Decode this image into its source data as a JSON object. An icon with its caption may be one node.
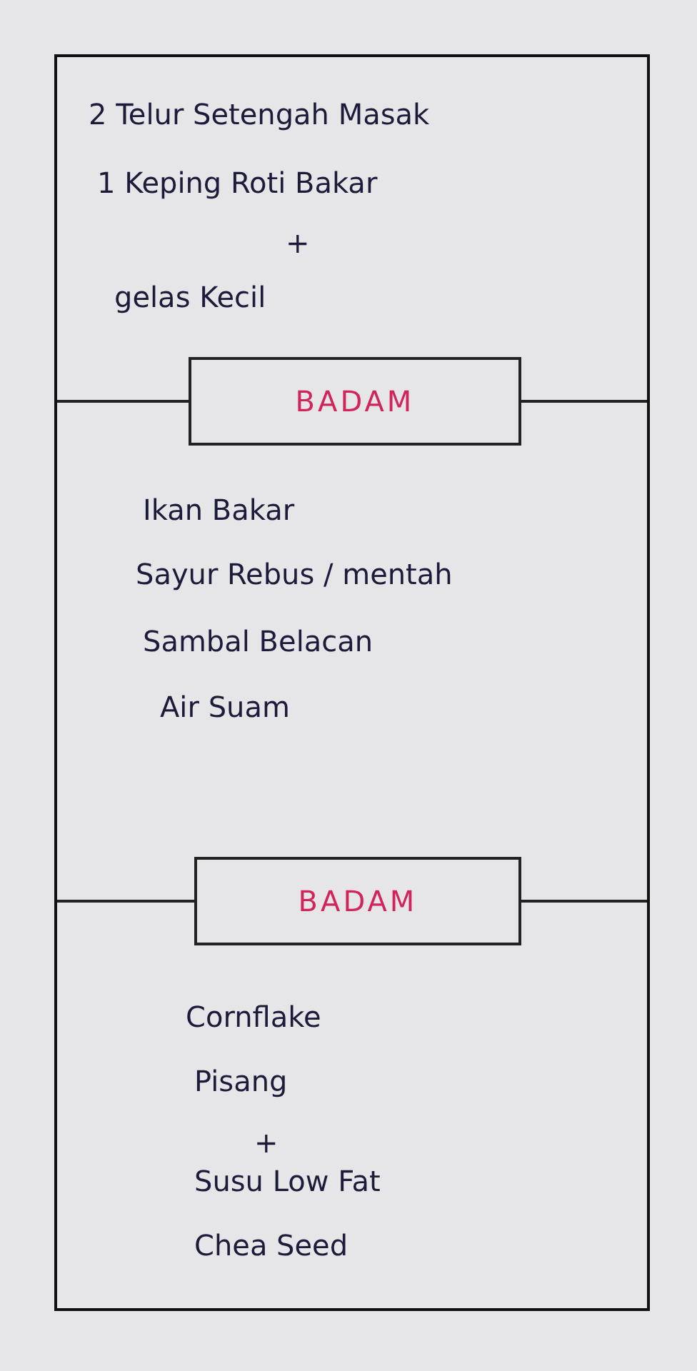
{
  "diagram": {
    "nodes": [
      {
        "text": [],
        "shape": "box"
      },
      {
        "text": [
          "BADAM"
        ],
        "in": 0
      },
      {
        "text": [
          "BADAM"
        ],
        "in": 0
      }
    ],
    "labels": [
      "2 Telur Setengah Masak",
      "1 Keping Roti Bakar",
      "+",
      "gelas Kecil",
      "Ikan Bakar",
      "Sayur Rebus / mentah",
      "Sambal Belacan",
      "Air Suam",
      "Cornflake",
      "Pisang",
      "+",
      "Susu Low Fat",
      "Chea Seed"
    ]
  }
}
